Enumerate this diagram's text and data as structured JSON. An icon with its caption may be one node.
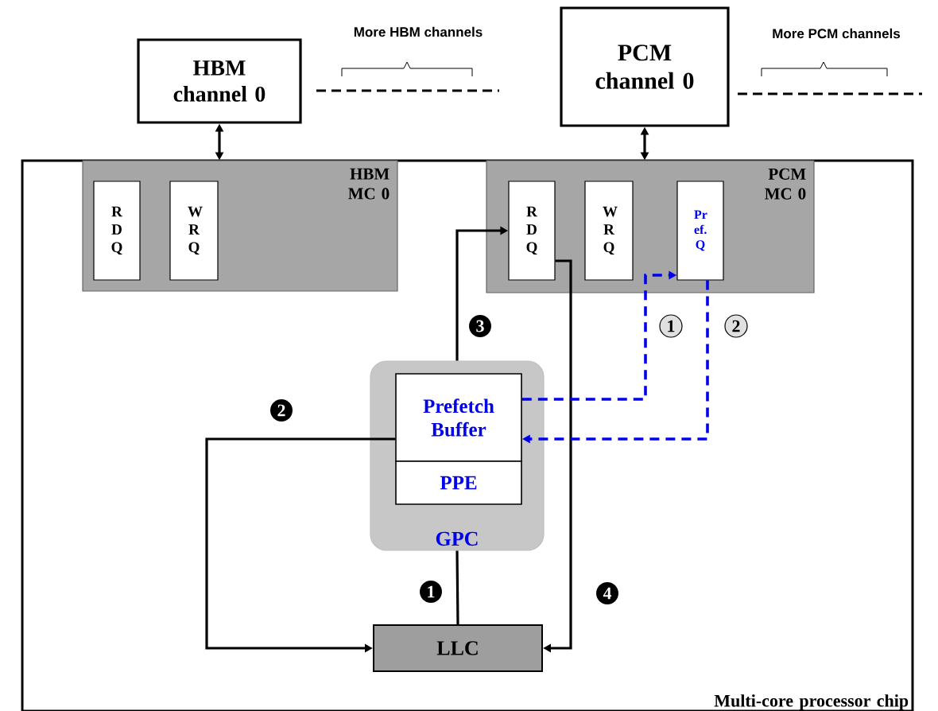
{
  "diagram": {
    "nodes": [
      {
        "text": [
          "HBM channel 0"
        ]
      },
      {
        "text": [
          "PCM channel 0"
        ]
      },
      {
        "text": [
          "Multi-core processor chip"
        ]
      },
      {
        "text": [
          "HBM MC 0"
        ],
        "in": 2
      },
      {
        "text": [
          "R D Q"
        ],
        "in": 3
      },
      {
        "text": [
          "W R Q"
        ],
        "in": 3
      },
      {
        "text": [
          "PCM MC 0"
        ],
        "in": 2
      },
      {
        "text": [
          "R D Q"
        ],
        "in": 6
      },
      {
        "text": [
          "W R Q"
        ],
        "in": 6
      },
      {
        "text": [
          "Pr ef. Q"
        ],
        "in": 6
      },
      {
        "text": [
          "GPC"
        ],
        "in": 2
      },
      {
        "text": [
          "Prefetch Buffer"
        ],
        "in": 10
      },
      {
        "text": [
          "PPE"
        ],
        "in": 10
      },
      {
        "text": [
          "LLC"
        ],
        "in": 2
      }
    ],
    "edges": [
      {
        "from": 0,
        "to": 3,
        "arrow": "both"
      },
      {
        "from": 1,
        "to": 6,
        "arrow": "both"
      },
      {
        "from": 10,
        "to": 13,
        "arrow": "none",
        "label": "1"
      },
      {
        "from": 11,
        "to": 13,
        "arrow": "to",
        "label": "2"
      },
      {
        "from": 10,
        "to": 7,
        "arrow": "to",
        "label": "3"
      },
      {
        "from": 7,
        "to": 13,
        "arrow": "to",
        "label": "4"
      },
      {
        "from": 11,
        "to": 9,
        "arrow": "to",
        "label": "1",
        "style": "dashed",
        "color": "#0000ee"
      },
      {
        "from": 9,
        "to": 11,
        "arrow": "to",
        "label": "2",
        "style": "dashed",
        "color": "#0000ee"
      }
    ],
    "labels": [
      "More HBM channels",
      "More PCM channels"
    ]
  }
}
